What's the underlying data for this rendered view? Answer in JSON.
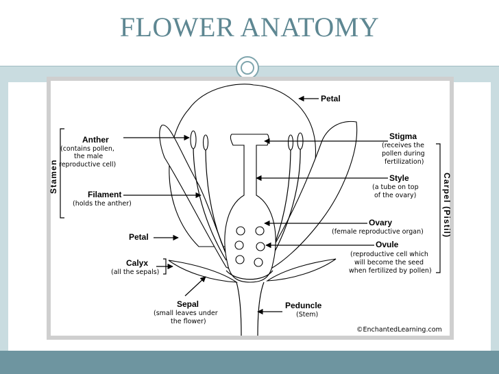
{
  "slide": {
    "title": "FLOWER ANATOMY"
  },
  "diagram": {
    "labels": {
      "petal_top": "Petal",
      "anther": "Anther",
      "anther_desc_1": "(contains pollen,",
      "anther_desc_2": "the male",
      "anther_desc_3": "reproductive cell)",
      "stamen": "Stamen",
      "filament": "Filament",
      "filament_desc": "(holds the anther)",
      "petal_left": "Petal",
      "calyx": "Calyx",
      "calyx_desc": "(all the sepals)",
      "sepal": "Sepal",
      "sepal_desc_1": "(small leaves under",
      "sepal_desc_2": "the flower)",
      "stigma": "Stigma",
      "stigma_desc_1": "(receives the",
      "stigma_desc_2": "pollen during",
      "stigma_desc_3": "fertilization)",
      "style": "Style",
      "style_desc_1": "(a tube on top",
      "style_desc_2": "of the ovary)",
      "carpel": "Carpel (Pistil)",
      "ovary": "Ovary",
      "ovary_desc": "(female reproductive organ)",
      "ovule": "Ovule",
      "ovule_desc_1": "(reproductive cell which",
      "ovule_desc_2": "will become the seed",
      "ovule_desc_3": "when fertilized by pollen)",
      "peduncle": "Peduncle",
      "peduncle_desc": "(Stem)",
      "credit": "©EnchantedLearning.com"
    }
  }
}
